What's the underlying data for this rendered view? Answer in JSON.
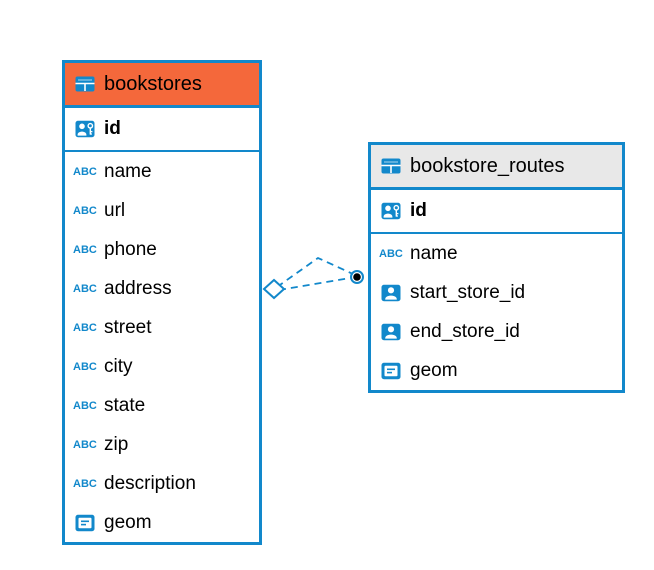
{
  "colors": {
    "table_border": "#1288cb",
    "icon_blue": "#1288cb",
    "bookstores_header": "#f4683b",
    "routes_header": "#e8e8e8",
    "connector": "#1288cb",
    "text": "#000000"
  },
  "icons": {
    "abc_label": "ABC"
  },
  "tables": [
    {
      "name": "bookstores",
      "primary_key": {
        "label": "id",
        "icon": "person-key-icon"
      },
      "columns": [
        {
          "label": "name",
          "icon": "abc-icon"
        },
        {
          "label": "url",
          "icon": "abc-icon"
        },
        {
          "label": "phone",
          "icon": "abc-icon"
        },
        {
          "label": "address",
          "icon": "abc-icon"
        },
        {
          "label": "street",
          "icon": "abc-icon"
        },
        {
          "label": "city",
          "icon": "abc-icon"
        },
        {
          "label": "state",
          "icon": "abc-icon"
        },
        {
          "label": "zip",
          "icon": "abc-icon"
        },
        {
          "label": "description",
          "icon": "abc-icon"
        },
        {
          "label": "geom",
          "icon": "geometry-icon"
        }
      ]
    },
    {
      "name": "bookstore_routes",
      "primary_key": {
        "label": "id",
        "icon": "person-key-icon"
      },
      "columns": [
        {
          "label": "name",
          "icon": "abc-icon"
        },
        {
          "label": "start_store_id",
          "icon": "person-icon"
        },
        {
          "label": "end_store_id",
          "icon": "person-icon"
        },
        {
          "label": "geom",
          "icon": "geometry-icon"
        }
      ]
    }
  ],
  "relationship": {
    "from_table": "bookstores",
    "to_table": "bookstore_routes",
    "line_style": "dashed",
    "color": "#1288cb"
  }
}
